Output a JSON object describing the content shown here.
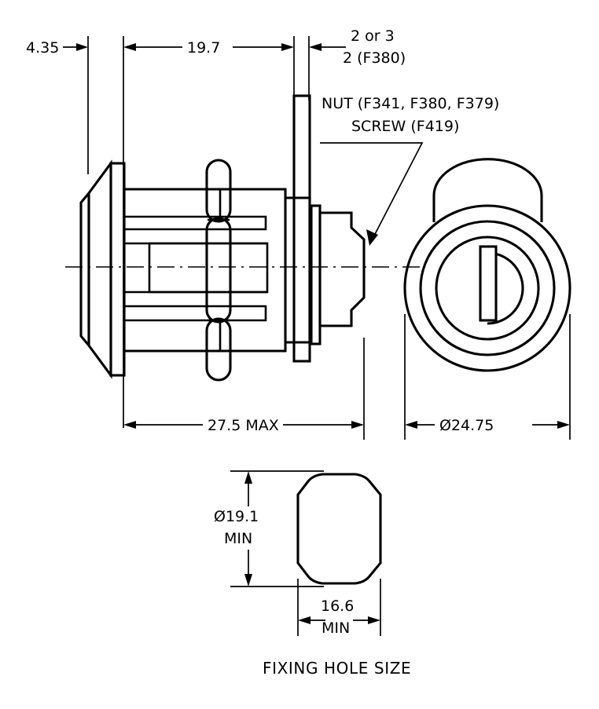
{
  "drawing": {
    "caption": "FIXING HOLE SIZE",
    "dimensions": {
      "flange_thickness": "4.35",
      "barrel_length": "19.7",
      "cam_thickness_line1": "2 or 3",
      "cam_thickness_line2": "2 (F380)",
      "overall_length": "27.5 MAX",
      "head_diameter": "Ø24.75",
      "hole_height_line1": "Ø19.1",
      "hole_height_line2": "MIN",
      "hole_width_line1": "16.6",
      "hole_width_line2": "MIN"
    },
    "notes": {
      "nut_label": "NUT (F341, F380, F379)",
      "screw_label": "SCREW (F419)"
    },
    "views": {
      "side_view_name": "side-section-view",
      "front_view_name": "front-face-view",
      "fixing_hole_view_name": "fixing-hole-profile-view"
    },
    "colors": {
      "line": "#000000",
      "background": "#ffffff"
    }
  }
}
